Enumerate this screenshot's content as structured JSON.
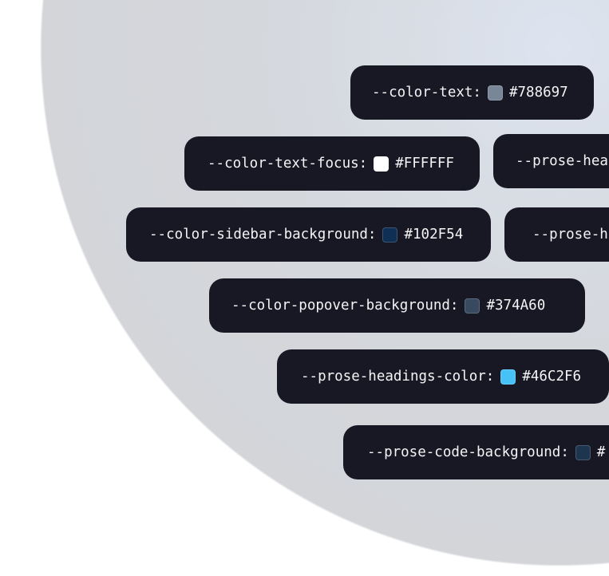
{
  "tokens": [
    {
      "name": "--color-text:",
      "hex": "#788697",
      "swatch": "#788697"
    },
    {
      "name": "--color-text-focus:",
      "hex": "#FFFFFF",
      "swatch": "#FFFFFF"
    },
    {
      "name": "--prose-hea",
      "hex": "",
      "swatch": ""
    },
    {
      "name": "--color-sidebar-background:",
      "hex": "#102F54",
      "swatch": "#102F54"
    },
    {
      "name": "--prose-h",
      "hex": "",
      "swatch": ""
    },
    {
      "name": "--color-popover-background:",
      "hex": "#374A60",
      "swatch": "#374A60"
    },
    {
      "name": "--prose-headings-color:",
      "hex": "#46C2F6",
      "swatch": "#46C2F6"
    },
    {
      "name": "--prose-code-background:",
      "hex": "#",
      "swatch": "#1E3550"
    }
  ]
}
